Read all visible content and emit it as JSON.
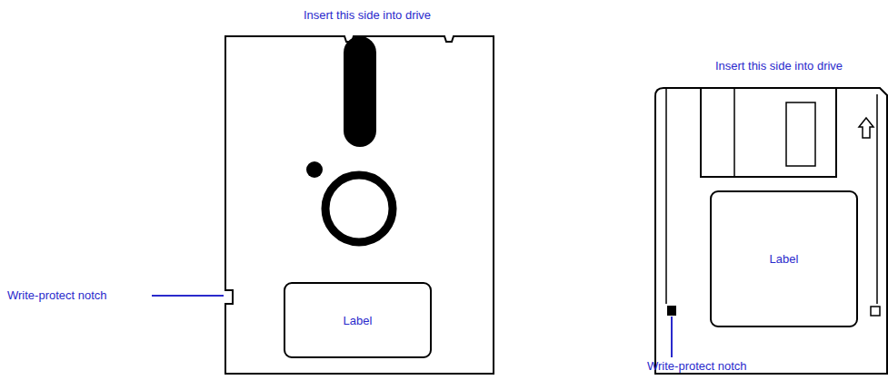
{
  "diagram": {
    "nodes": [
      {
        "text": [
          "Insert this side into drive"
        ]
      },
      {
        "text": [
          "Label"
        ],
        "in": 0
      },
      {
        "text": [
          "Insert this side into drive"
        ]
      },
      {
        "text": [
          "Label"
        ],
        "in": 2
      }
    ],
    "labels": [
      "Write-protect notch",
      "Write-protect notch"
    ]
  }
}
